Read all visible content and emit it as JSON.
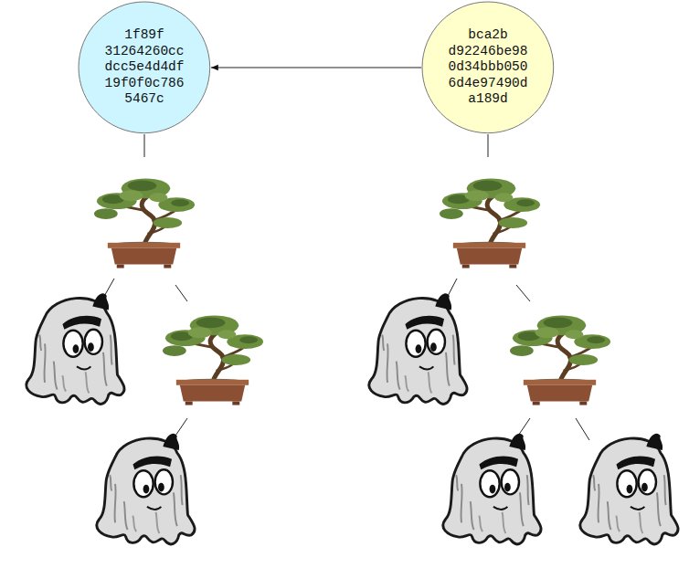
{
  "diagram": {
    "nodes": [
      {
        "text": [
          "1f89f 31264260cc dcc5e4d4df 19f0f0c786 5467c"
        ]
      },
      {
        "text": [
          "bca2b d92246be98 0d34bbb050 6d4e97490d a189d"
        ]
      }
    ],
    "edges": [
      {
        "from": 1,
        "to": 0,
        "arrow": "to"
      }
    ]
  }
}
